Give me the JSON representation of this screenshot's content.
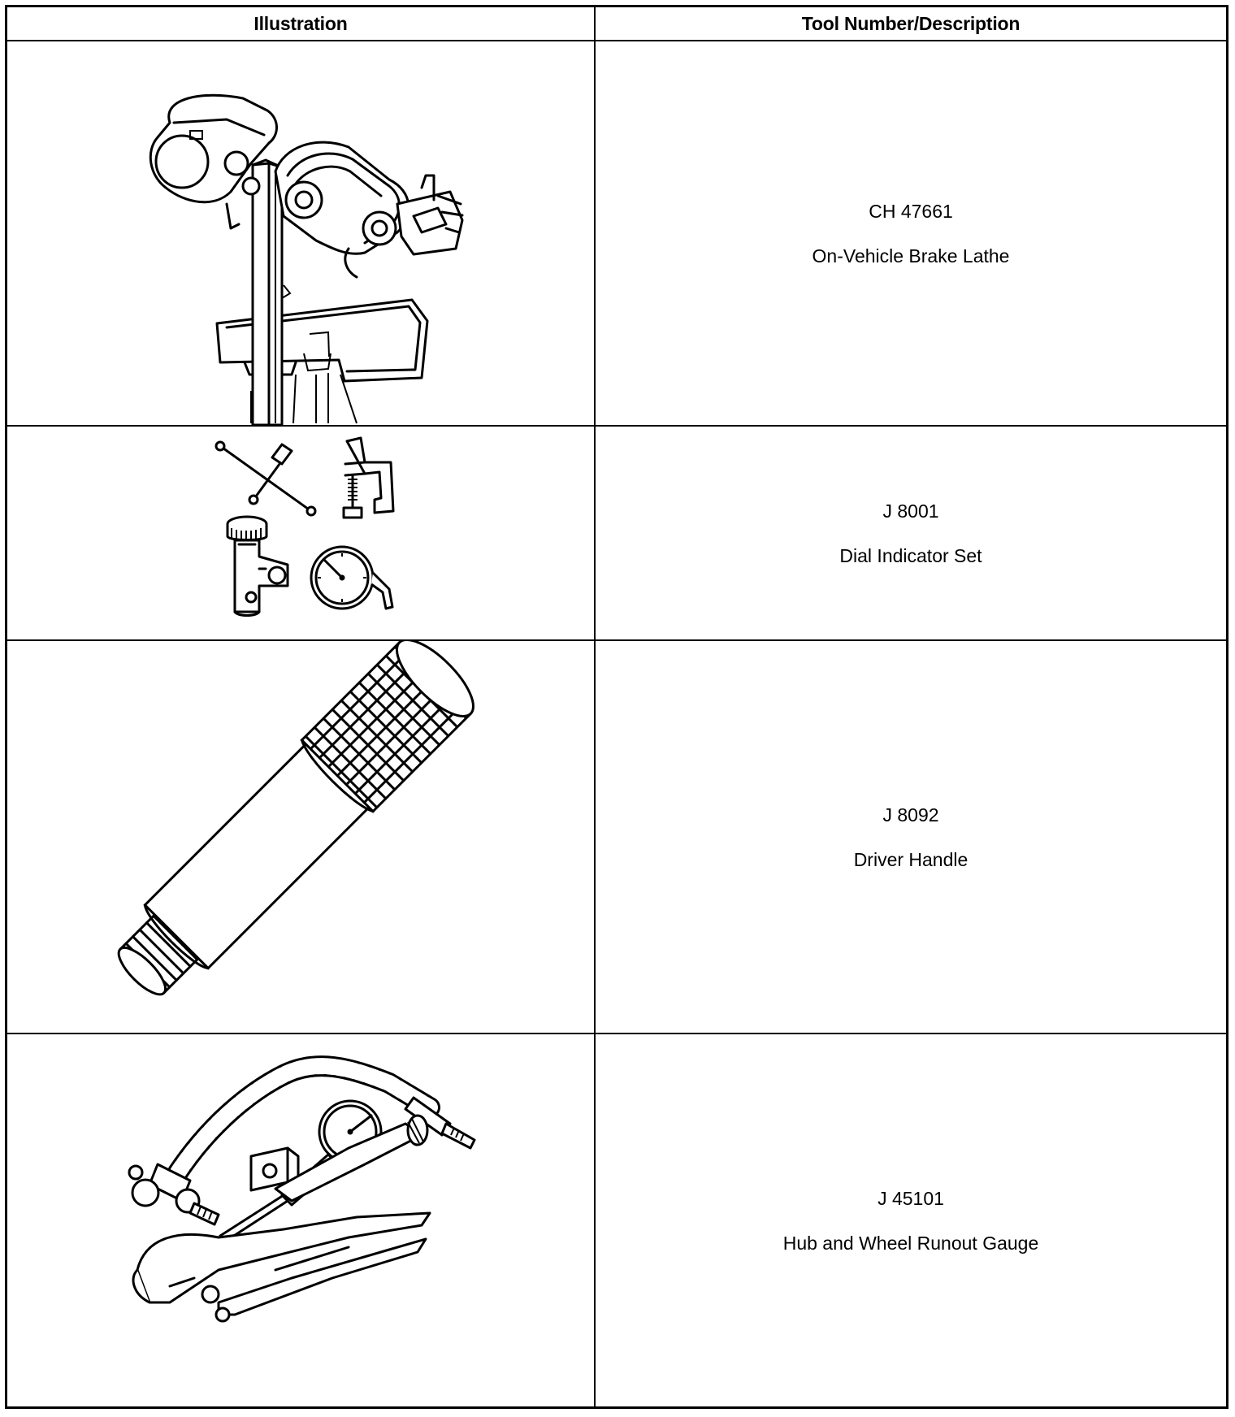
{
  "table": {
    "headers": {
      "illustration": "Illustration",
      "description": "Tool Number/Description"
    },
    "rows": [
      {
        "tool_number": "CH 47661",
        "description": "On-Vehicle Brake Lathe",
        "icon": "brake-lathe-illustration"
      },
      {
        "tool_number": "J 8001",
        "description": "Dial Indicator Set",
        "icon": "dial-indicator-set-illustration"
      },
      {
        "tool_number": "J 8092",
        "description": "Driver Handle",
        "icon": "driver-handle-illustration"
      },
      {
        "tool_number": "J 45101",
        "description": "Hub and Wheel Runout Gauge",
        "icon": "runout-gauge-illustration"
      }
    ]
  }
}
